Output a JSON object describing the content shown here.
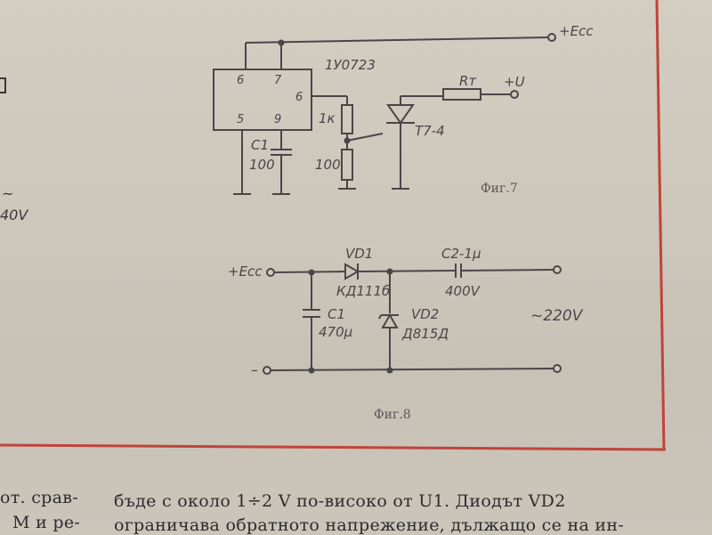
{
  "fig7": {
    "ic_label": "1У0723",
    "pin6_top": "6",
    "pin7": "7",
    "pin6_right": "6",
    "pin5": "5",
    "pin9": "9",
    "vcc": "+Ecc",
    "rt": "Rт",
    "plus_u": "+U",
    "r1": "1к",
    "r2": "100",
    "c1_name": "C1",
    "c1_value": "100",
    "thyristor": "T7-4",
    "caption": "Фиг.7"
  },
  "fig8": {
    "vcc": "+Ecc",
    "vd1": "VD1",
    "vd1_type": "КД111б",
    "c2": "C2-1μ",
    "c2_voltage": "400V",
    "c1_name": "C1",
    "c1_value": "470μ",
    "vd2": "VD2",
    "vd2_type": "Д815Д",
    "mains": "~220V",
    "minus": "–",
    "caption": "Фиг.8"
  },
  "left_margin": {
    "frag1": "~",
    "frag2": "40V"
  },
  "body": {
    "left_line1": "от. срав-",
    "left_line2": "M и ре-",
    "right_line1": "бъде с около 1÷2 V по-високо от U1. Диодът VD2",
    "right_line2": "ограничава обратното напрежение, дължащо се на ин-"
  }
}
